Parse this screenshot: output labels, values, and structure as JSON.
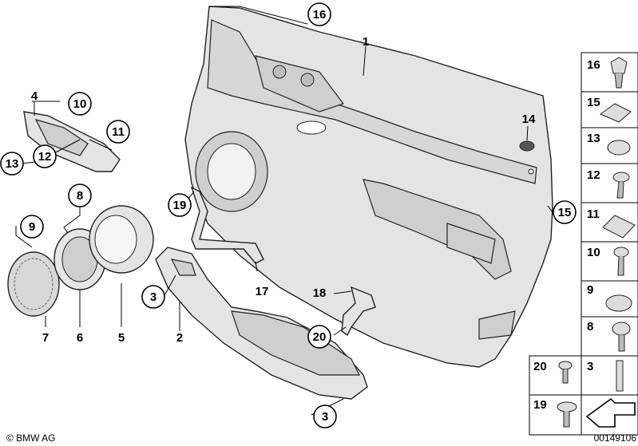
{
  "diagram": {
    "callouts": {
      "c1": "1",
      "c2": "2",
      "c3a": "3",
      "c3b": "3",
      "c4": "4",
      "c5": "5",
      "c6": "6",
      "c7": "7",
      "c8": "8",
      "c9": "9",
      "c10": "10",
      "c11": "11",
      "c12": "12",
      "c13": "13",
      "c14": "14",
      "c15": "15",
      "c16": "16",
      "c17": "17",
      "c18": "18",
      "c19": "19",
      "c20": "20"
    },
    "legend": {
      "r16": "16",
      "r15": "15",
      "r13": "13",
      "r12": "12",
      "r11": "11",
      "r10": "10",
      "r9": "9",
      "r8": "8",
      "r20": "20",
      "r3": "3",
      "r19": "19"
    },
    "copyright": "© BMW AG",
    "diagram_number": "00149106"
  }
}
